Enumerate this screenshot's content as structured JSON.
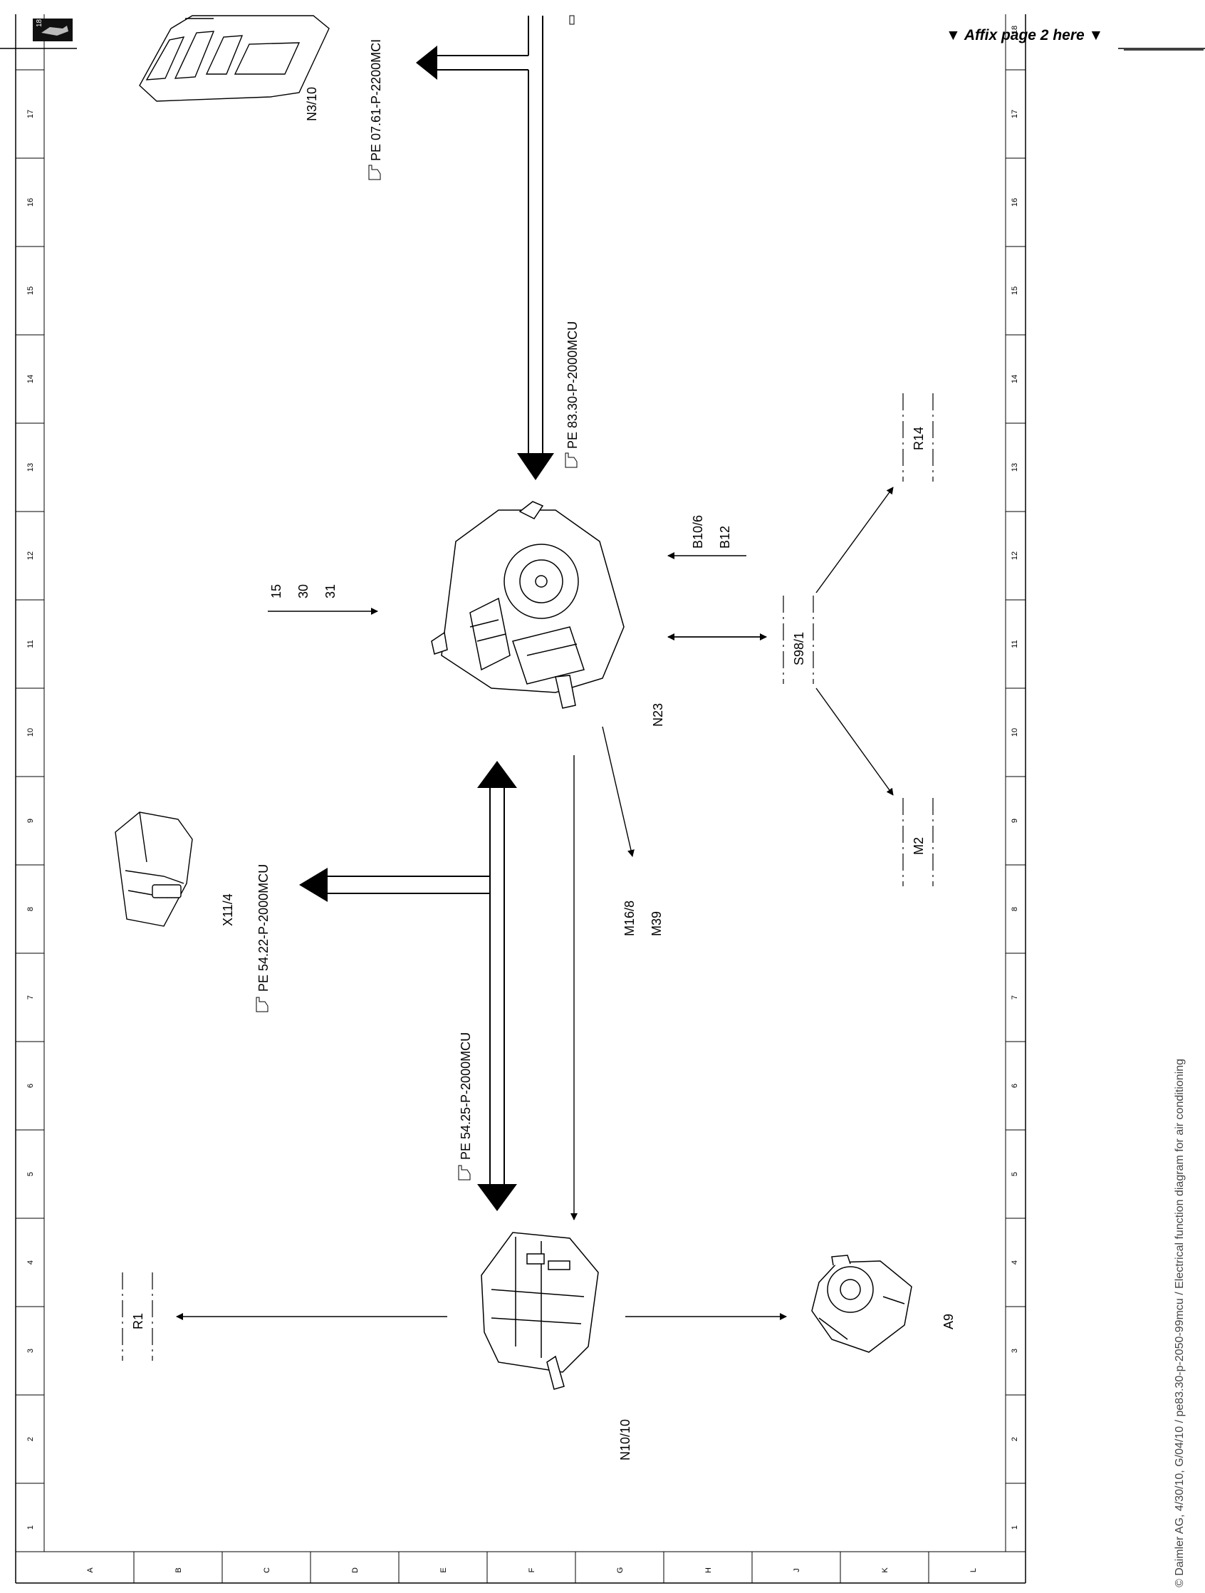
{
  "header": {
    "affix_note": "▼ Affix page 2 here ▼",
    "corner_number": "18"
  },
  "grid": {
    "columns": [
      "A",
      "B",
      "C",
      "D",
      "E",
      "F",
      "G",
      "H",
      "J",
      "K",
      "L"
    ],
    "rows": [
      "18",
      "17",
      "16",
      "15",
      "14",
      "13",
      "12",
      "11",
      "10",
      "9",
      "8",
      "7",
      "6",
      "5",
      "4",
      "3",
      "2",
      "1"
    ]
  },
  "components": {
    "n3_10": "N3/10",
    "n23": "N23",
    "x11_4": "X11/4",
    "n10_10": "N10/10",
    "a9": "A9",
    "r1": "R1",
    "r14": "R14",
    "m2": "M2",
    "s98_1": "S98/1"
  },
  "signals": {
    "t15": "15",
    "t30": "30",
    "t31": "31",
    "b10_6": "B10/6",
    "b12": "B12",
    "m16_8": "M16/8",
    "m39": "M39"
  },
  "references": {
    "pe_07": "PE 07.61-P-2200MCI",
    "pe_83": "PE 83.30-P-2000MCU",
    "pe_54_22": "PE 54.22-P-2000MCU",
    "pe_54_25": "PE 54.25-P-2000MCU"
  },
  "footer": {
    "copyright": "© Daimler AG, 4/30/10, G/04/10 / pe83.30-p-2050-99mcu / Electrical function diagram for air conditioning"
  }
}
